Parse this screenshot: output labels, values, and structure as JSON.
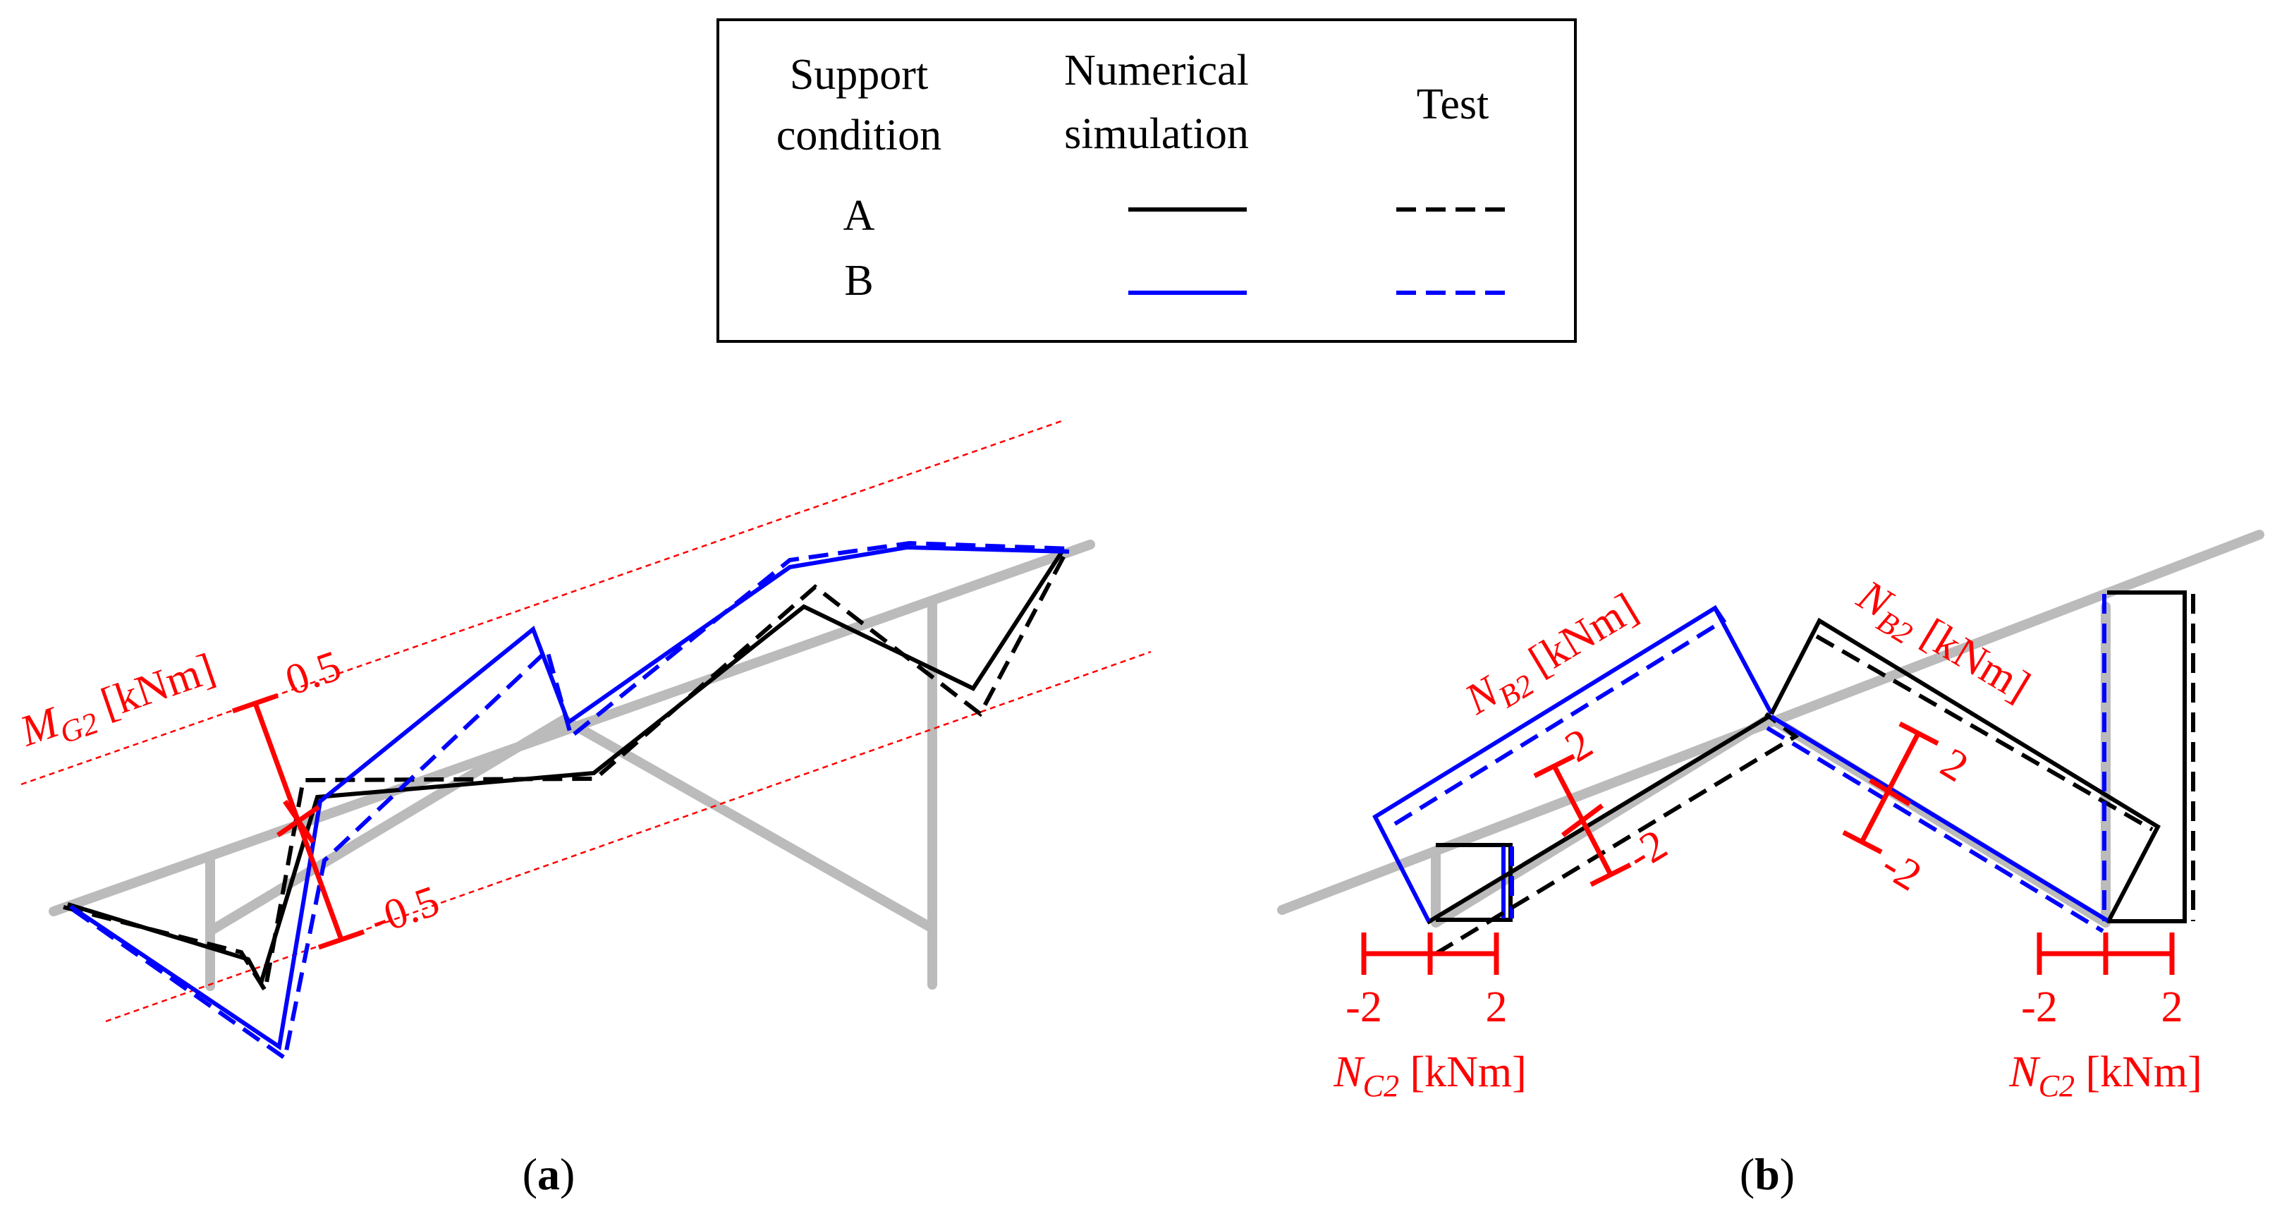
{
  "legend": {
    "header_support_line1": "Support",
    "header_support_line2": "condition",
    "header_numerical_line1": "Numerical",
    "header_numerical_line2": "simulation",
    "header_test": "Test",
    "row_a_label": "A",
    "row_b_label": "B",
    "colors": {
      "condition_a": "#000000",
      "condition_b": "#0000ff"
    }
  },
  "panel_a": {
    "label_open": "(",
    "label_letter": "a",
    "label_close": ")",
    "axis_symbol": "M",
    "axis_subscript": "G2",
    "axis_unit": " [kNm]",
    "tick_top": "0.5",
    "tick_bottom": "-0.5"
  },
  "panel_b": {
    "label_open": "(",
    "label_letter": "b",
    "label_close": ")",
    "nb2_left_symbol": "N",
    "nb2_left_subscript": "B2",
    "nb2_left_unit": " [kNm]",
    "nb2_right_symbol": "N",
    "nb2_right_subscript": "B2",
    "nb2_right_unit": " [kNm]",
    "nc2_left_symbol": "N",
    "nc2_left_subscript": "C2",
    "nc2_left_unit": " [kNm]",
    "nc2_right_symbol": "N",
    "nc2_right_subscript": "C2",
    "nc2_right_unit": " [kNm]",
    "scale_left_pos": "2",
    "scale_left_neg": "-2",
    "scale_right_pos": "2",
    "scale_right_neg": "-2",
    "nc2_left_neg": "-2",
    "nc2_left_pos": "2",
    "nc2_right_neg": "-2",
    "nc2_right_pos": "2"
  },
  "annotation_color": "#ff0000",
  "structure_color": "#bbbbbb"
}
